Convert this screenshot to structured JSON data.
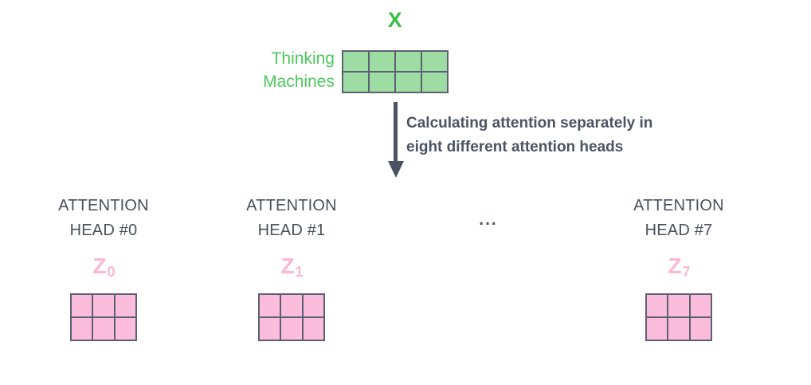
{
  "input": {
    "title": "X",
    "title_color": "#3dbf47",
    "token_rows": [
      "Thinking",
      "Machines"
    ],
    "token_color": "#4cc85c",
    "matrix": {
      "name": "X",
      "rows": 2,
      "cols": 4,
      "fill_color": "#9ddda3",
      "border_color": "#5d6070"
    }
  },
  "flow": {
    "annotation_lines": [
      "Calculating attention separately in",
      "eight different attention heads"
    ],
    "annotation_color": "#4b5362",
    "arrow_color": "#4b5362",
    "arrow_direction": "down"
  },
  "heads": [
    {
      "title_lines": [
        "ATTENTION",
        "HEAD #0"
      ],
      "output_label": "Z",
      "output_index": "0",
      "matrix": {
        "rows": 2,
        "cols": 3,
        "fill_color": "#fbbddb",
        "border_color": "#5d6070"
      }
    },
    {
      "title_lines": [
        "ATTENTION",
        "HEAD #1"
      ],
      "output_label": "Z",
      "output_index": "1",
      "matrix": {
        "rows": 2,
        "cols": 3,
        "fill_color": "#fbbddb",
        "border_color": "#5d6070"
      }
    },
    {
      "title_lines": [
        "ATTENTION",
        "HEAD #7"
      ],
      "output_label": "Z",
      "output_index": "7",
      "matrix": {
        "rows": 2,
        "cols": 3,
        "fill_color": "#fbbddb",
        "border_color": "#5d6070"
      }
    }
  ],
  "ellipsis": "...",
  "head_label_color": "#4a4f5c",
  "output_label_color": "#fab8d4",
  "background_color": "#ffffff"
}
